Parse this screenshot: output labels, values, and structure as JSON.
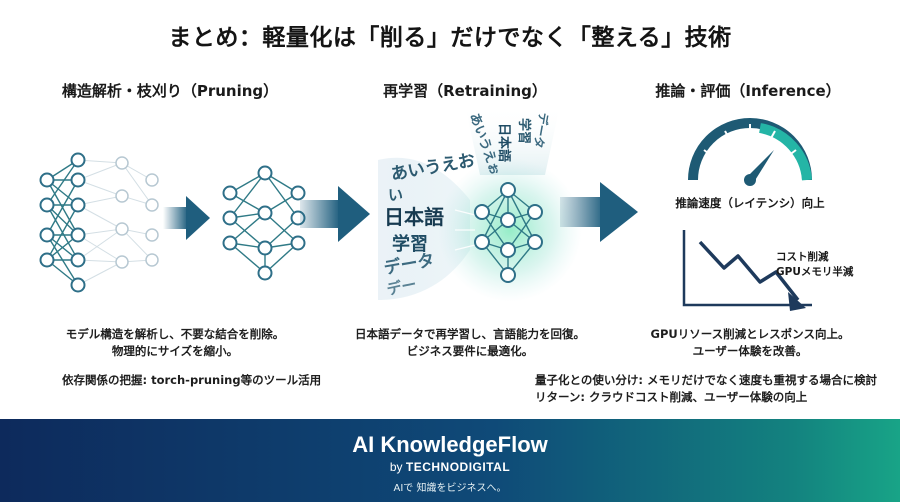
{
  "title": "まとめ：軽量化は「削る」だけでなく「整える」技術",
  "sections": [
    {
      "heading": "構造解析・枝刈り（Pruning）",
      "desc": [
        "モデル構造を解析し、不要な結合を削除。",
        "物理的にサイズを縮小。"
      ],
      "note": "依存関係の把握: torch-pruning等のツール活用"
    },
    {
      "heading": "再学習（Retraining）",
      "desc": [
        "日本語データで再学習し、言語能力を回復。",
        "ビジネス要件に最適化。"
      ],
      "words_left": [
        "あいうえお",
        "い",
        "日本語",
        "学習",
        "データ",
        "デー"
      ],
      "words_top": [
        "あいうえぉ",
        "日本語",
        "学習",
        "データ"
      ]
    },
    {
      "heading": "推論・評価（Inference）",
      "desc": [
        "GPUリソース削減とレスポンス向上。",
        "ユーザー体験を改善。"
      ],
      "gauge_label": "推論速度（レイテンシ）向上",
      "chart_label": [
        "コスト削減",
        "GPUメモリ半減"
      ]
    }
  ],
  "bottom_notes": [
    "量子化との使い分け: メモリだけでなく速度も重視する場合に検討",
    "リターン: クラウドコスト削減、ユーザー体験の向上"
  ],
  "footer": {
    "brand": "AI KnowledgeFlow",
    "by_prefix": "by",
    "by_name": "TECHNODIGITAL",
    "tagline": "AIで 知識をビジネスへ。"
  },
  "colors": {
    "node": "#2e6f88",
    "node_fill": "#ffffff",
    "edge": "#2f7a86",
    "arrow": "#1f5e7e",
    "accent_green": "#1fc47a",
    "footer_left": "#0d2a5c",
    "footer_right": "#18a487"
  },
  "icons": [
    "gauge-icon",
    "down-trend-chart-icon",
    "arrow-right-icon"
  ]
}
